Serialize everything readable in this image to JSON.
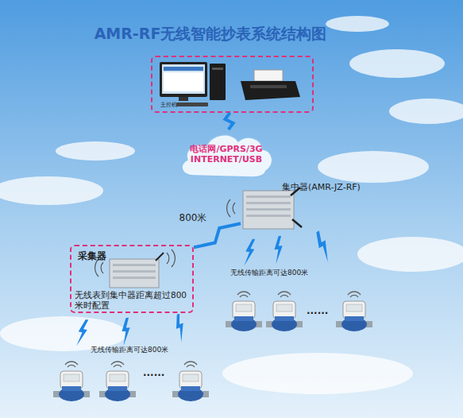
{
  "diagram": {
    "title": "AMR-RF无线智能抄表系统结构图",
    "nodes": [
      {
        "text": [
          "主控机"
        ]
      },
      {
        "text": [
          "电话网/GPRS/3G INTERNET/USB"
        ]
      },
      {
        "text": [
          "集中器(AMR-JZ-RF)"
        ]
      },
      {
        "text": [
          "采集器",
          "无线表到集中器距离超过800米时配置"
        ]
      }
    ],
    "edges": [
      {
        "from": 1,
        "to": 0,
        "arrow": "none"
      },
      {
        "from": 2,
        "to": 3,
        "label": "800米",
        "arrow": "none"
      }
    ],
    "labels": [
      "无线传输距离可达800米",
      "......",
      "无线传输距离可达800米",
      "......"
    ]
  }
}
